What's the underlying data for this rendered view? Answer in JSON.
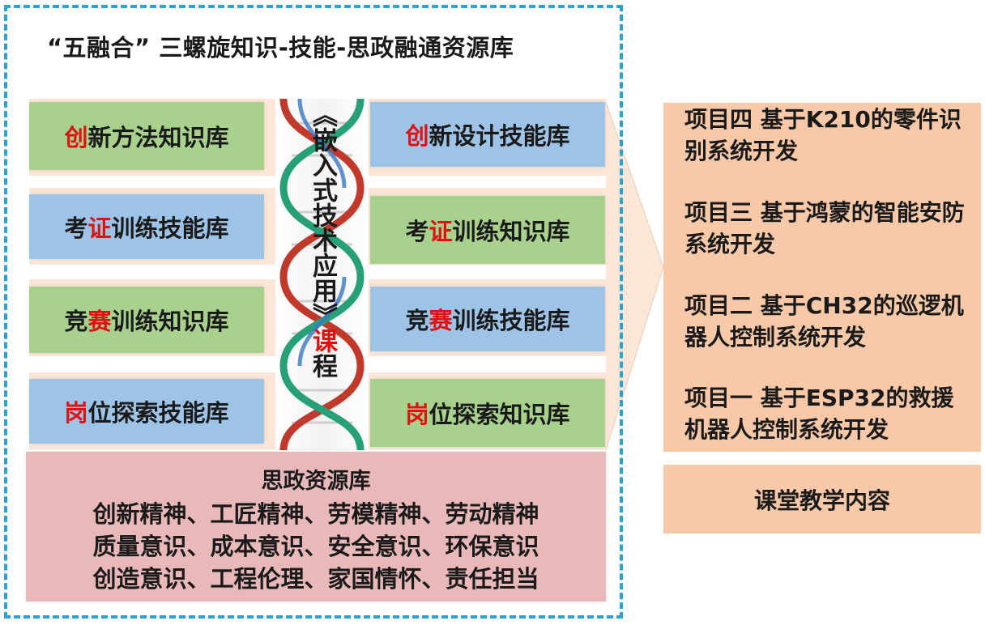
{
  "title": "“五融合”  三螺旋知识-技能-思政融通资源库",
  "left_libraries": [
    {
      "accent": "创",
      "rest": "新方法知识库"
    },
    {
      "pre": "考",
      "accent": "证",
      "rest": "训练技能库"
    },
    {
      "pre": "竞",
      "accent": "赛",
      "rest": "训练知识库"
    },
    {
      "accent": "岗",
      "rest": "位探索技能库"
    }
  ],
  "right_libraries": [
    {
      "accent": "创",
      "rest": "新设计技能库"
    },
    {
      "pre": "考",
      "accent": "证",
      "rest": "训练知识库"
    },
    {
      "pre": "竞",
      "accent": "赛",
      "rest": "训练技能库"
    },
    {
      "accent": "岗",
      "rest": "位探索知识库"
    }
  ],
  "course": {
    "main": "《嵌入式技术应用》",
    "accent": "课",
    "tail": "程"
  },
  "sizheng": {
    "title": "思政资源库",
    "lines": [
      "创新精神、工匠精神、劳模精神、劳动精神",
      "质量意识、成本意识、安全意识、环保意识",
      "创造意识、工程伦理、家国情怀、责任担当"
    ]
  },
  "projects": [
    "项目四 基于K210的零件识别系统开发",
    "项目三 基于鸿蒙的智能安防系统开发",
    "项目二 基于CH32的巡逻机器人控制系统开发",
    "项目一 基于ESP32的救援机器人控制系统开发"
  ],
  "classroom": "课堂教学内容",
  "colors": {
    "frame": "#2aa3d0",
    "green": "#a9d18e",
    "blue": "#9dc3e6",
    "accent": "#e01010",
    "pink": "#e9b9b9",
    "orange": "#f8c9a8",
    "peach": "#fbe6d8"
  }
}
